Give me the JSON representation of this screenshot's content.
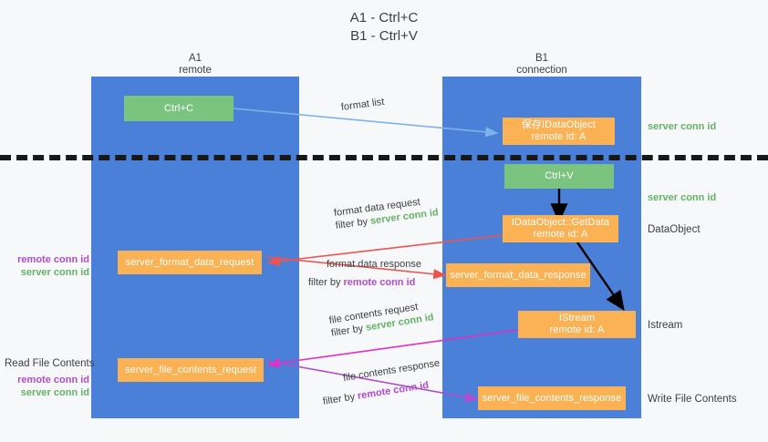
{
  "title": {
    "line1": "A1 - Ctrl+C",
    "line2": "B1 - Ctrl+V"
  },
  "columns": [
    {
      "name": "A1",
      "sub": "remote"
    },
    {
      "name": "B1",
      "sub": "connection"
    }
  ],
  "colors": {
    "lane": "#4a80d8",
    "green_box": "#7ac47f",
    "orange_box": "#fbb254",
    "green_text": "#64b267",
    "purple_text": "#b14ccd",
    "arrow_light_blue": "#7fb3e8",
    "arrow_red": "#ef5350",
    "arrow_magenta": "#e02fc4",
    "arrow_purple": "#b14ccd",
    "arrow_black": "#000000",
    "divider": "#181818",
    "background": "#f7f8fa"
  },
  "boxes": {
    "ctrl_c": {
      "line1": "Ctrl+C",
      "line2": ""
    },
    "save_dataobject": {
      "line1": "保存IDataObject",
      "line2": "remote id: A"
    },
    "ctrl_v": {
      "line1": "Ctrl+V",
      "line2": ""
    },
    "getdata": {
      "line1": "IDataObject::GetData",
      "line2": "remote id: A"
    },
    "format_data_request": {
      "line1": "server_format_data_request",
      "line2": ""
    },
    "format_data_response": {
      "line1": "server_format_data_response",
      "line2": ""
    },
    "istream": {
      "line1": "IStream",
      "line2": "remote id: A"
    },
    "file_contents_request": {
      "line1": "server_file_contents_request",
      "line2": ""
    },
    "file_contents_response": {
      "line1": "server_file_contents_response",
      "line2": ""
    }
  },
  "arrow_labels": {
    "format_list": "format list",
    "format_data_request": {
      "line1": "format data request",
      "line2_prefix": "filter by ",
      "line2_key": "server conn id"
    },
    "format_data_response": {
      "line1": "format data response",
      "line2_prefix": "filter by ",
      "line2_key": "remote conn id"
    },
    "file_contents_request": {
      "line1": "file contents request",
      "line2_prefix": "filter by ",
      "line2_key": "server conn id"
    },
    "file_contents_response": {
      "line1": "file contents response",
      "line2_prefix": "filter by ",
      "line2_key": "remote conn id"
    }
  },
  "right_labels": {
    "server_conn_id_top": "server conn id",
    "server_conn_id_mid": "server conn id",
    "dataobject": "DataObject",
    "istream": "Istream",
    "write_file_contents": "Write File Contents"
  },
  "left_labels": {
    "format_remote": "remote conn id",
    "format_server": "server conn id",
    "read_file_contents": "Read File Contents",
    "file_remote": "remote conn id",
    "file_server": "server conn id"
  }
}
